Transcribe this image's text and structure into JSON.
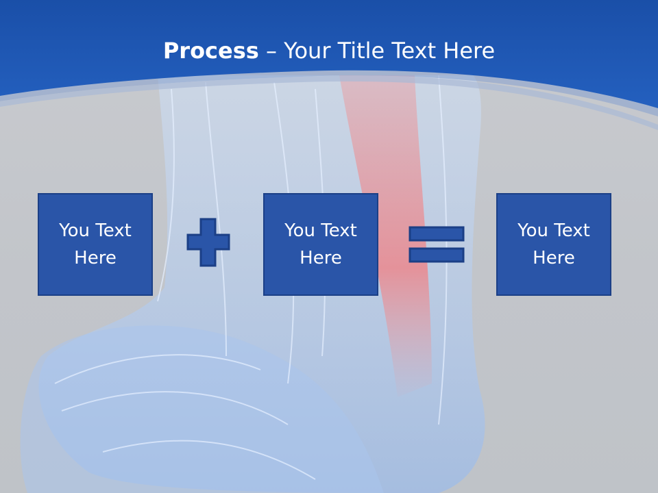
{
  "slide": {
    "title_bold": "Process",
    "title_rest": " – Your Title Text Here",
    "boxes": [
      {
        "text": "You Text Here"
      },
      {
        "text": "You Text Here"
      },
      {
        "text": "You Text Here"
      }
    ],
    "operators": [
      "plus-icon",
      "equals-icon"
    ],
    "colors": {
      "header_blue": "#1f55b0",
      "box_fill": "#2a55a8",
      "box_border": "#1b3f86",
      "background_gray": "#c4c6ca",
      "muscle_red": "#f28a8a"
    }
  }
}
